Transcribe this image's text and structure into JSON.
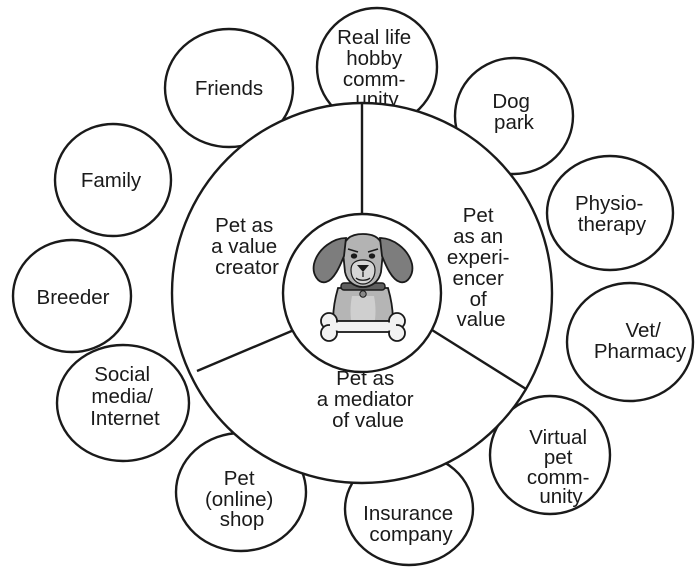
{
  "outer_entities": [
    {
      "id": "friends",
      "lines": [
        "Friends"
      ]
    },
    {
      "id": "real-life-hobby-community",
      "lines": [
        "Real life",
        "hobby",
        "comm-",
        "unity"
      ]
    },
    {
      "id": "dog-park",
      "lines": [
        "Dog",
        "park"
      ]
    },
    {
      "id": "physiotherapy",
      "lines": [
        "Physio-",
        "therapy"
      ]
    },
    {
      "id": "vet-pharmacy",
      "lines": [
        "Vet/",
        "Pharmacy"
      ]
    },
    {
      "id": "virtual-pet-community",
      "lines": [
        "Virtual",
        "pet",
        "comm-",
        "unity"
      ]
    },
    {
      "id": "insurance-company",
      "lines": [
        "Insurance",
        "company"
      ]
    },
    {
      "id": "pet-online-shop",
      "lines": [
        "Pet",
        "(online)",
        "shop"
      ]
    },
    {
      "id": "social-media-internet",
      "lines": [
        "Social",
        "media/",
        "Internet"
      ]
    },
    {
      "id": "breeder",
      "lines": [
        "Breeder"
      ]
    },
    {
      "id": "family",
      "lines": [
        "Family"
      ]
    }
  ],
  "segments": [
    {
      "id": "value-creator",
      "lines": [
        "Pet as",
        "a value",
        "creator"
      ]
    },
    {
      "id": "experiencer-of-value",
      "lines": [
        "Pet",
        "as an",
        "experi-",
        "encer",
        "of",
        "value"
      ]
    },
    {
      "id": "mediator-of-value",
      "lines": [
        "Pet as",
        "a mediator",
        "of value"
      ]
    }
  ],
  "center_icon": "dog-with-bone-icon",
  "colors": {
    "stroke": "#1a1a1a",
    "fill": "#ffffff",
    "dog_fill": "#a9a9a9",
    "dog_dark": "#6e6e6e",
    "bone_fill": "#f2f2f2"
  }
}
